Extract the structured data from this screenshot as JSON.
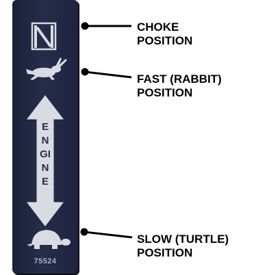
{
  "decal": {
    "part_number": "75524",
    "engine_label": "ENGINE",
    "icons": [
      "choke-icon",
      "rabbit-icon",
      "double-arrow-icon",
      "turtle-icon"
    ]
  },
  "callouts": {
    "choke": {
      "line1": "CHOKE",
      "line2": "POSITION"
    },
    "fast": {
      "line1": "FAST (RABBIT)",
      "line2": "POSITION"
    },
    "slow": {
      "line1": "SLOW (TURTLE)",
      "line2": "POSITION"
    }
  },
  "colors": {
    "decal_background": "#232a45",
    "icon_color": "#d9dbe3",
    "text_color": "#000000"
  }
}
